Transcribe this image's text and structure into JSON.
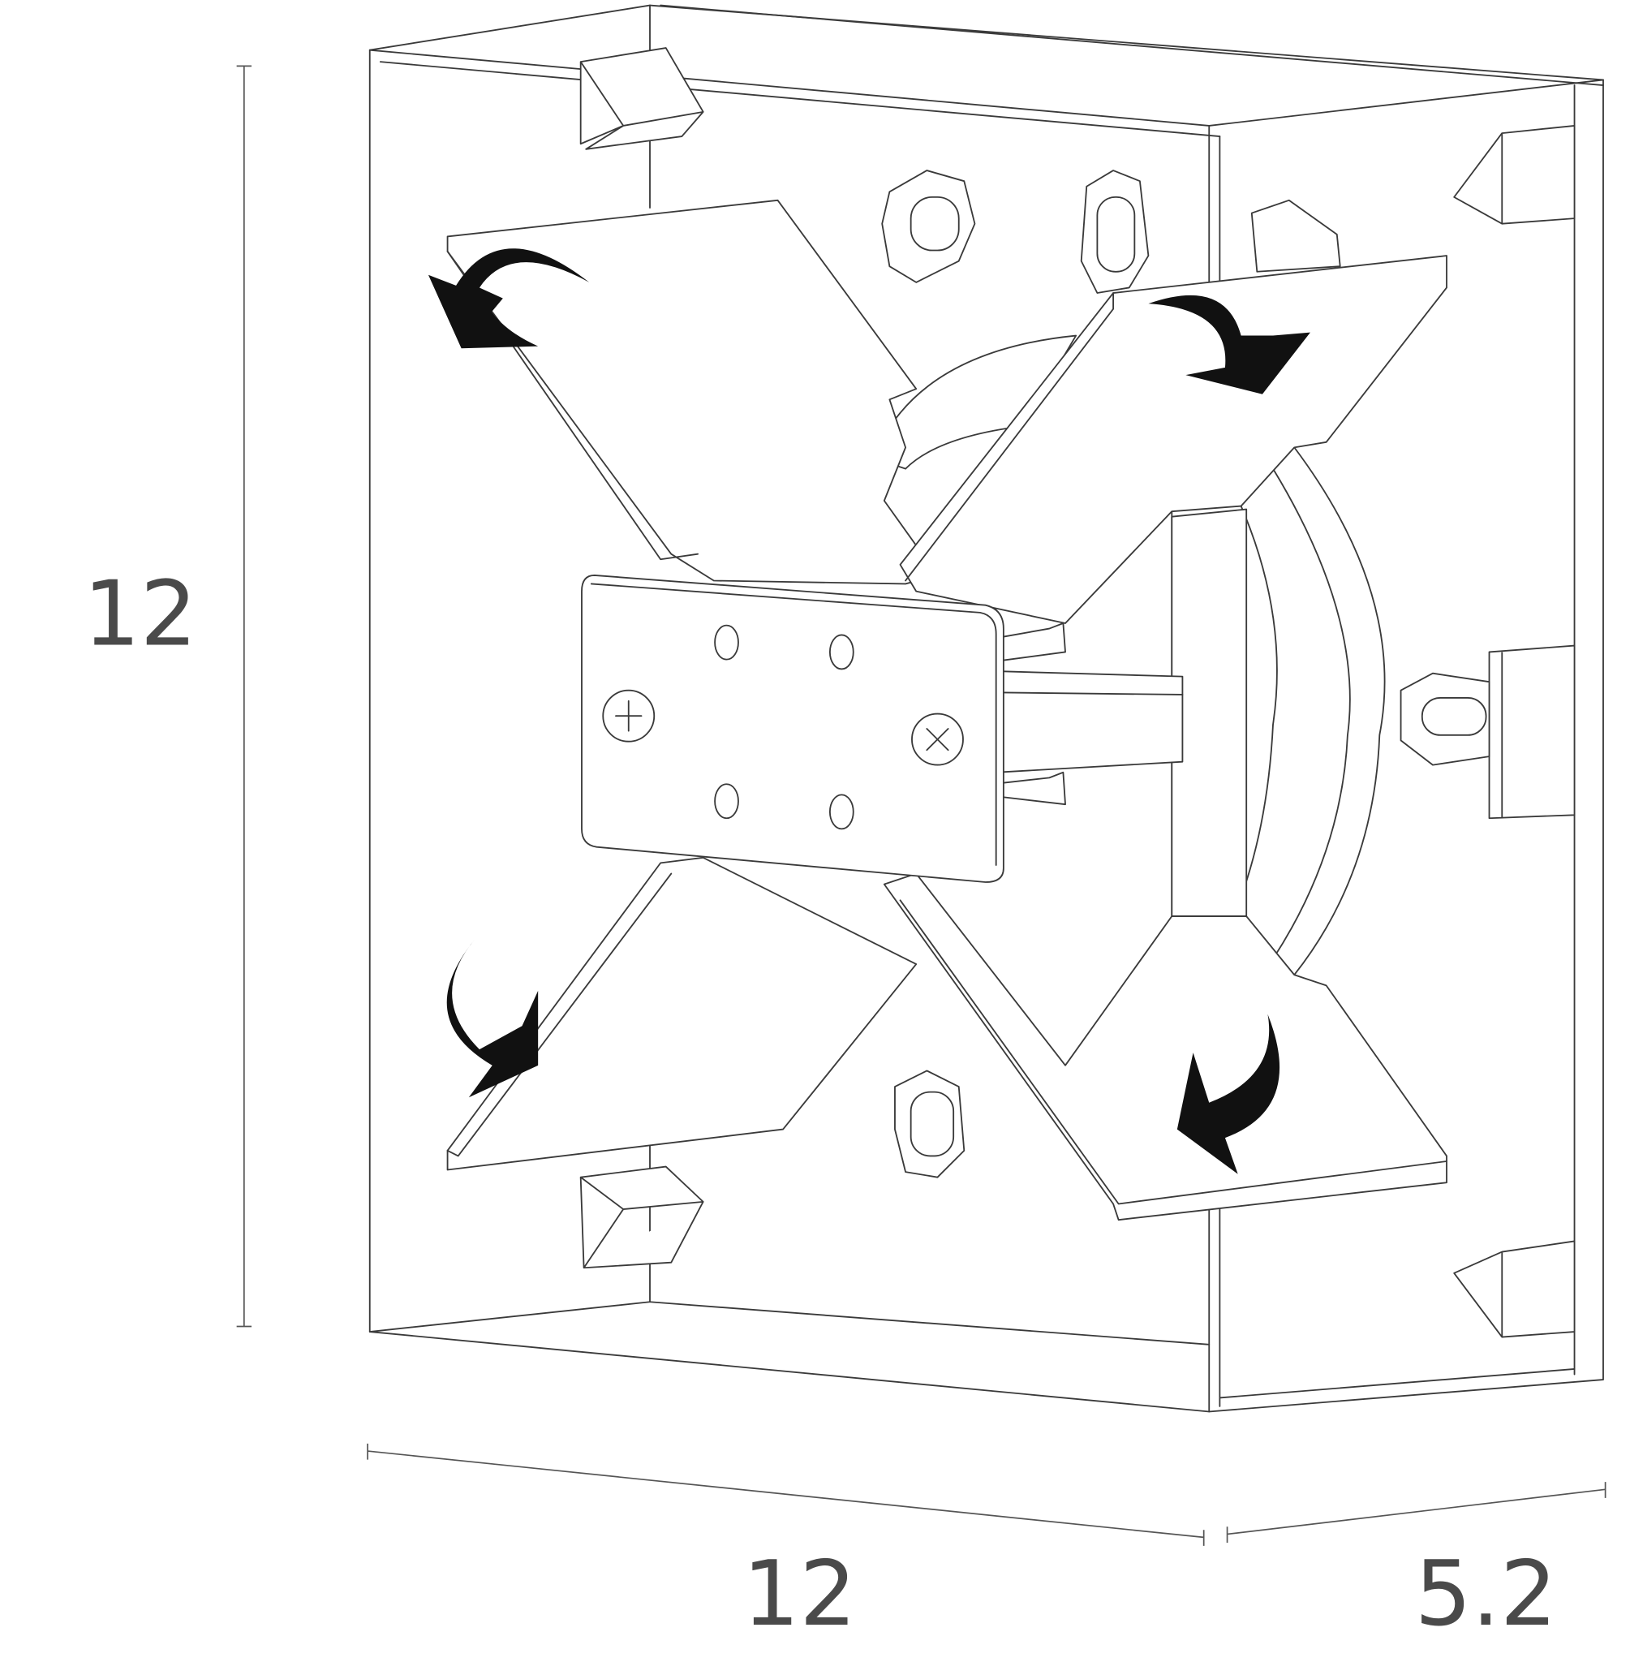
{
  "dimensions": {
    "height_label": "12",
    "width_label": "12",
    "depth_label": "5.2"
  },
  "colors": {
    "line": "#3a3a3a",
    "arrow": "#111111",
    "text": "#4a4a4a"
  }
}
